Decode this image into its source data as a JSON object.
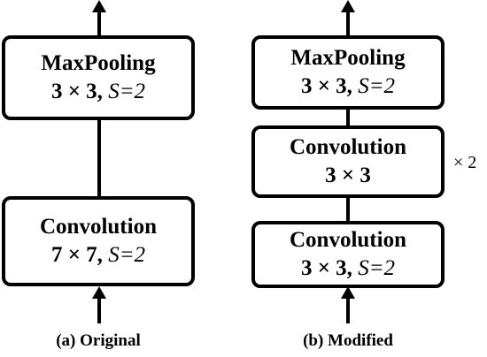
{
  "left": {
    "maxpool": {
      "title": "MaxPooling",
      "param_main": "3 × 3, ",
      "param_stride": "S=2"
    },
    "conv": {
      "title": "Convolution",
      "param_main": "7 × 7, ",
      "param_stride": "S=2"
    },
    "caption": "(a) Original"
  },
  "right": {
    "maxpool": {
      "title": "MaxPooling",
      "param_main": "3 × 3, ",
      "param_stride": "S=2"
    },
    "conv_repeat": {
      "title": "Convolution",
      "param_main": "3 × 3"
    },
    "repeat_label": "× 2",
    "conv_stride": {
      "title": "Convolution",
      "param_main": "3 × 3, ",
      "param_stride": "S=2"
    },
    "caption": "(b) Modified"
  }
}
